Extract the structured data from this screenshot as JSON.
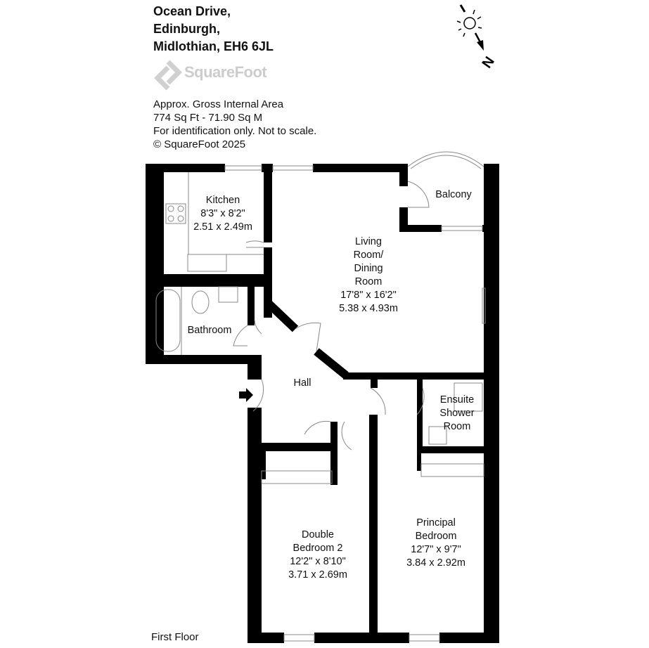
{
  "address": {
    "line1": "Ocean Drive,",
    "line2": "Edinburgh,",
    "line3": "Midlothian, EH6 6JL"
  },
  "brand": {
    "logo_text": "SquareFoot"
  },
  "info": {
    "area_label": "Approx. Gross Internal Area",
    "area_value": "774 Sq Ft  -  71.90 Sq M",
    "disclaimer": "For identification only. Not to scale.",
    "copyright": "© SquareFoot 2025"
  },
  "compass": {
    "north_label": "N"
  },
  "rooms": {
    "kitchen": {
      "name": "Kitchen",
      "imperial": "8'3\" x 8'2\"",
      "metric": "2.51 x 2.49m"
    },
    "balcony": {
      "name": "Balcony"
    },
    "living": {
      "name1": "Living",
      "name2": "Room/",
      "name3": "Dining",
      "name4": "Room",
      "imperial": "17'8\" x 16'2\"",
      "metric": "5.38 x 4.93m"
    },
    "bathroom": {
      "name": "Bathroom"
    },
    "hall": {
      "name": "Hall"
    },
    "ensuite": {
      "name1": "Ensuite",
      "name2": "Shower",
      "name3": "Room"
    },
    "bedroom2": {
      "name1": "Double",
      "name2": "Bedroom 2",
      "imperial": "12'2\" x 8'10\"",
      "metric": "3.71 x 2.69m"
    },
    "principal": {
      "name1": "Principal",
      "name2": "Bedroom",
      "imperial": "12'7\" x 9'7\"",
      "metric": "3.84 x 2.92m"
    }
  },
  "floor_label": "First Floor",
  "colors": {
    "wall": "#000000",
    "logo": "#cccccc"
  }
}
